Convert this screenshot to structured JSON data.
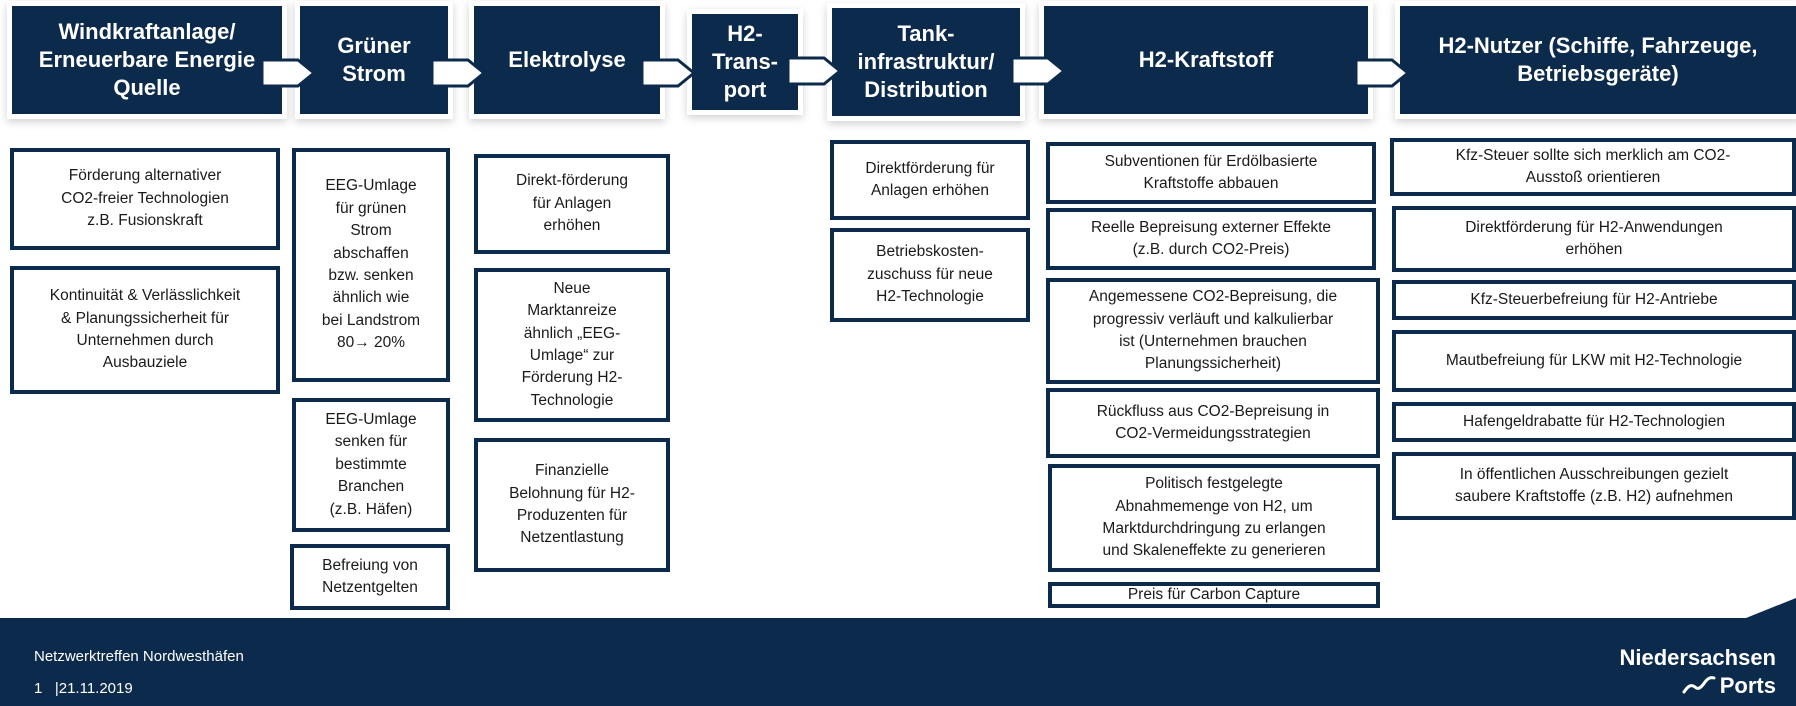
{
  "chain": [
    {
      "id": "wind",
      "title": "Windkraftanlage/\nErneuerbare Energie\nQuelle"
    },
    {
      "id": "strom",
      "title": "Grüner\nStrom"
    },
    {
      "id": "elektrolyse",
      "title": "Elektrolyse"
    },
    {
      "id": "transport",
      "title": "H2-\nTrans-\nport"
    },
    {
      "id": "tank",
      "title": "Tank-\ninfrastruktur/\nDistribution"
    },
    {
      "id": "kraftstoff",
      "title": "H2-Kraftstoff"
    },
    {
      "id": "nutzer",
      "title": "H2-Nutzer (Schiffe, Fahrzeuge,\nBetriebsgeräte)"
    }
  ],
  "measures": {
    "wind": [
      "Förderung alternativer\nCO2-freier Technologien\nz.B. Fusionskraft",
      "Kontinuität & Verlässlichkeit\n& Planungssicherheit für\nUnternehmen durch\nAusbauziele"
    ],
    "strom": [
      "EEG-Umlage\nfür grünen\nStrom\nabschaffen\nbzw. senken\nähnlich wie\nbei Landstrom\n80→ 20%",
      "EEG-Umlage\nsenken für\nbestimmte\nBranchen\n(z.B. Häfen)",
      "Befreiung von\nNetzentgelten"
    ],
    "elektrolyse": [
      "Direkt-förderung\nfür Anlagen\nerhöhen",
      "Neue\nMarktanreize\nähnlich  „EEG-\nUmlage“ zur\nFörderung H2-\nTechnologie",
      "Finanzielle\nBelohnung für H2-\nProduzenten für\nNetzentlastung"
    ],
    "tank": [
      "Direktförderung für\nAnlagen erhöhen",
      "Betriebskosten-\nzuschuss für neue\nH2-Technologie"
    ],
    "kraftstoff": [
      "Subventionen für Erdölbasierte\nKraftstoffe abbauen",
      "Reelle Bepreisung externer Effekte\n(z.B. durch CO2-Preis)",
      "Angemessene CO2-Bepreisung, die\nprogressiv verläuft und kalkulierbar\nist (Unternehmen brauchen\nPlanungssicherheit)",
      "Rückfluss aus CO2-Bepreisung in\nCO2-Vermeidungsstrategien",
      "Politisch festgelegte\nAbnahmemenge von H2, um\nMarktdurchdringung zu erlangen\nund Skaleneffekte zu generieren",
      "Preis für Carbon Capture"
    ],
    "nutzer": [
      "Kfz-Steuer sollte sich merklich am CO2-\nAusstoß orientieren",
      "Direktförderung für H2-Anwendungen\nerhöhen",
      "Kfz-Steuerbefreiung für H2-Antriebe",
      "Mautbefreiung für LKW mit H2-Technologie",
      "Hafengeldrabatte für H2-Technologien",
      "In öffentlichen Ausschreibungen gezielt\nsaubere Kraftstoffe (z.B. H2) aufnehmen"
    ]
  },
  "footer": {
    "title": "Netzwerktreffen Nordwesthäfen",
    "page_number": "1",
    "date": "21.11.2019",
    "logo_line1": "Niedersachsen",
    "logo_line2": "Ports"
  },
  "colors": {
    "navy": "#0c2a4b",
    "white": "#ffffff",
    "text": "#1a1a1a"
  }
}
